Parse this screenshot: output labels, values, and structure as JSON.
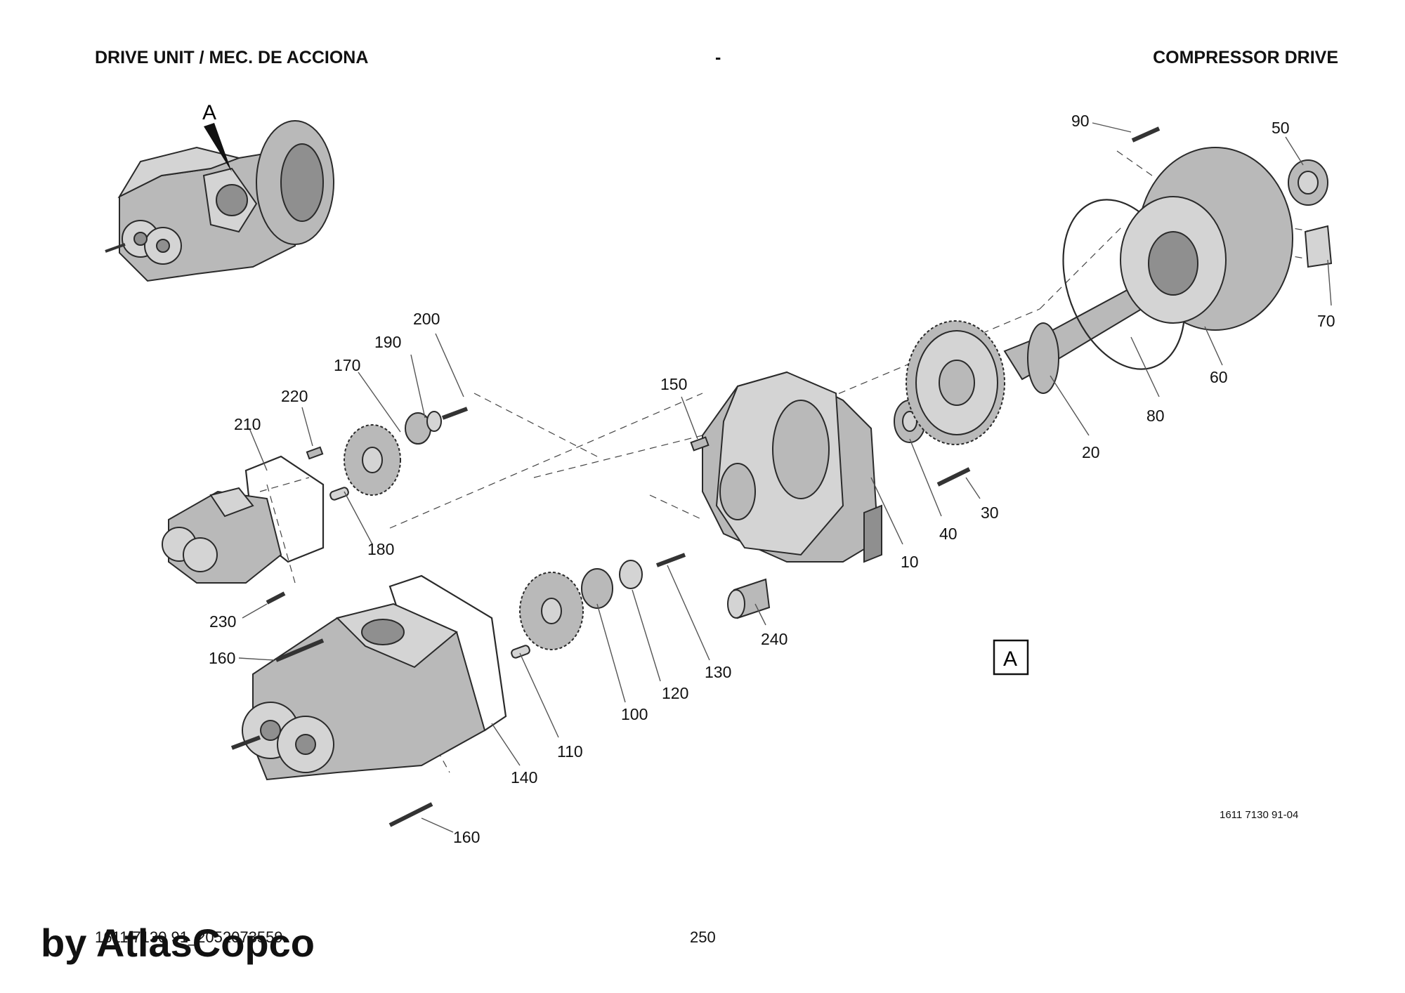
{
  "header": {
    "left": "DRIVE UNIT / MEC. DE ACCIONA",
    "middle": "-",
    "right": "COMPRESSOR DRIVE"
  },
  "inset_label": "A",
  "view_box_label": "A",
  "callouts": [
    "90",
    "50",
    "70",
    "60",
    "80",
    "20",
    "30",
    "40",
    "10",
    "150",
    "200",
    "190",
    "170",
    "220",
    "210",
    "180",
    "230",
    "160",
    "140",
    "110",
    "100",
    "120",
    "130",
    "240",
    "160"
  ],
  "reference_number": "1611 7130 91-04",
  "footer": {
    "doc_id": "1611 7130 91_2052073559",
    "page": "250"
  },
  "watermark": "by AtlasCopco"
}
